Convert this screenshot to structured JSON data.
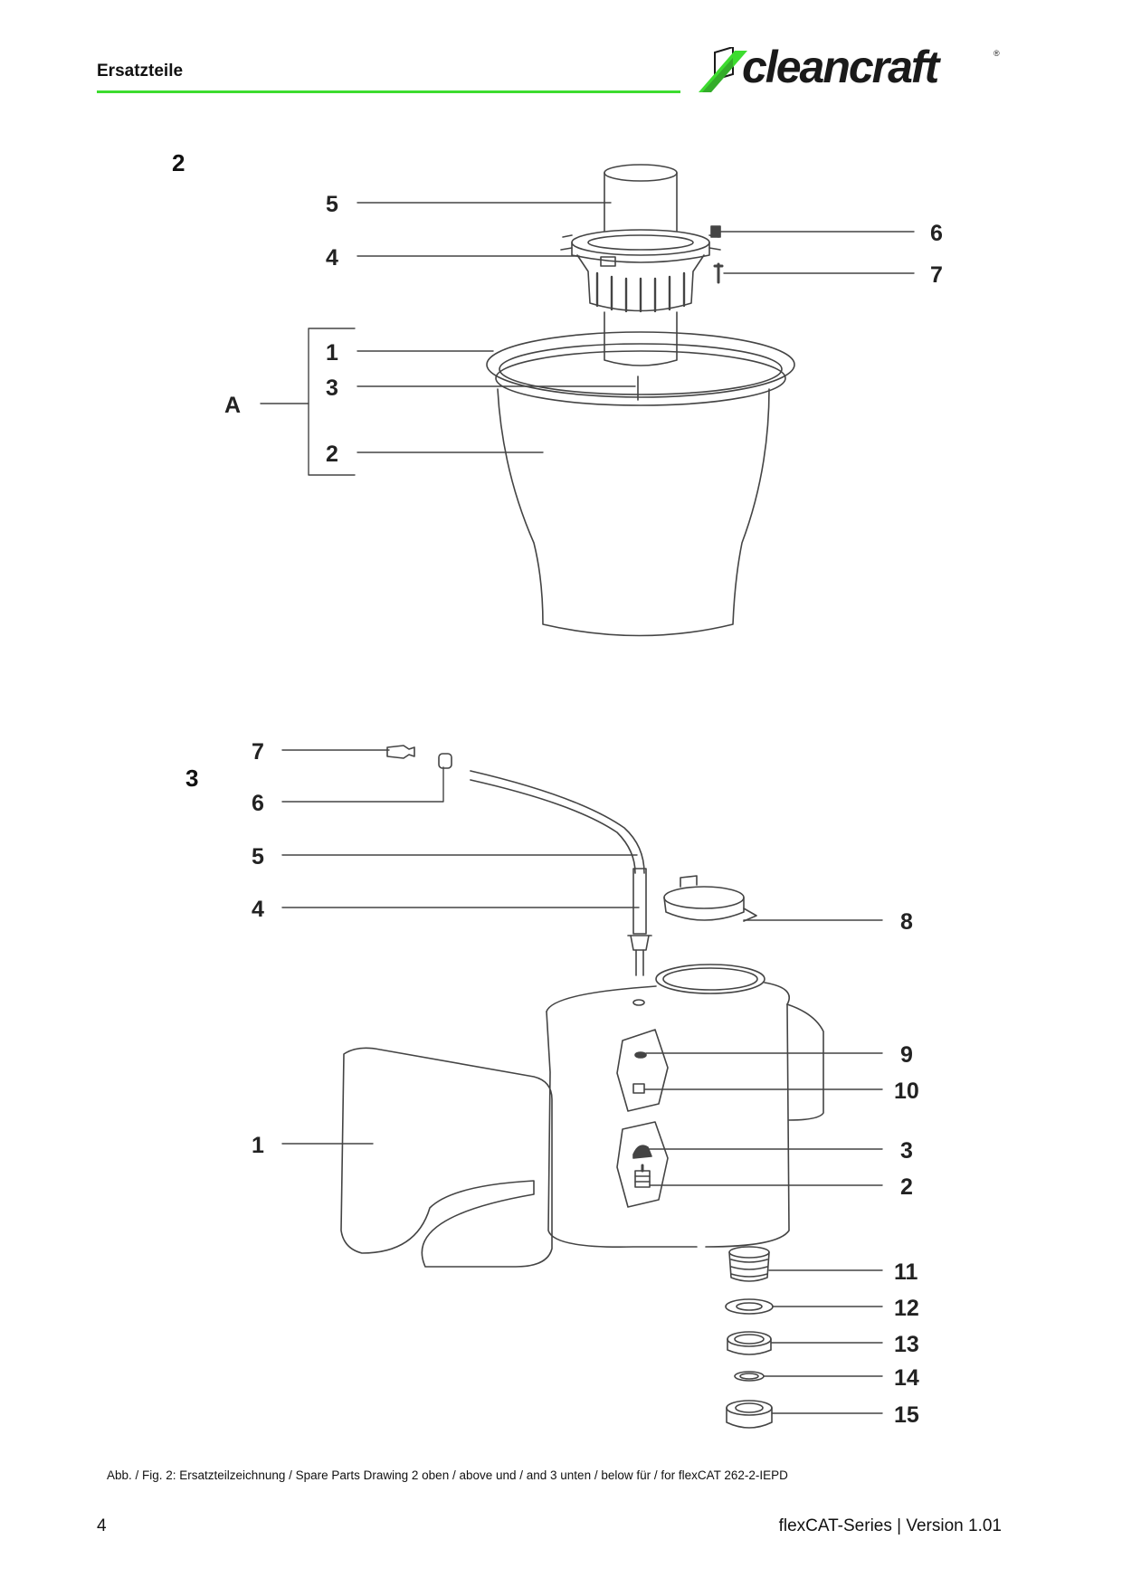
{
  "header": {
    "title": "Ersatzteile",
    "accent_color": "#3ddc2f"
  },
  "logo": {
    "text": "cleancraft",
    "mark_icon": "cleancraft-slash-cube-icon"
  },
  "figures": [
    {
      "number": "2",
      "callouts": [
        "5",
        "4",
        "6",
        "7",
        "1",
        "3",
        "2"
      ],
      "group_label": "A"
    },
    {
      "number": "3",
      "callouts": [
        "7",
        "6",
        "5",
        "4",
        "8",
        "9",
        "10",
        "1",
        "3",
        "2",
        "11",
        "12",
        "13",
        "14",
        "15"
      ]
    }
  ],
  "caption": "Abb. / Fig. 2: Ersatzteilzeichnung / Spare Parts Drawing 2 oben / above und / and 3 unten / below für / for flexCAT 262-2-IEPD",
  "footer": {
    "page_number": "4",
    "series_version": "flexCAT-Series | Version 1.01"
  }
}
